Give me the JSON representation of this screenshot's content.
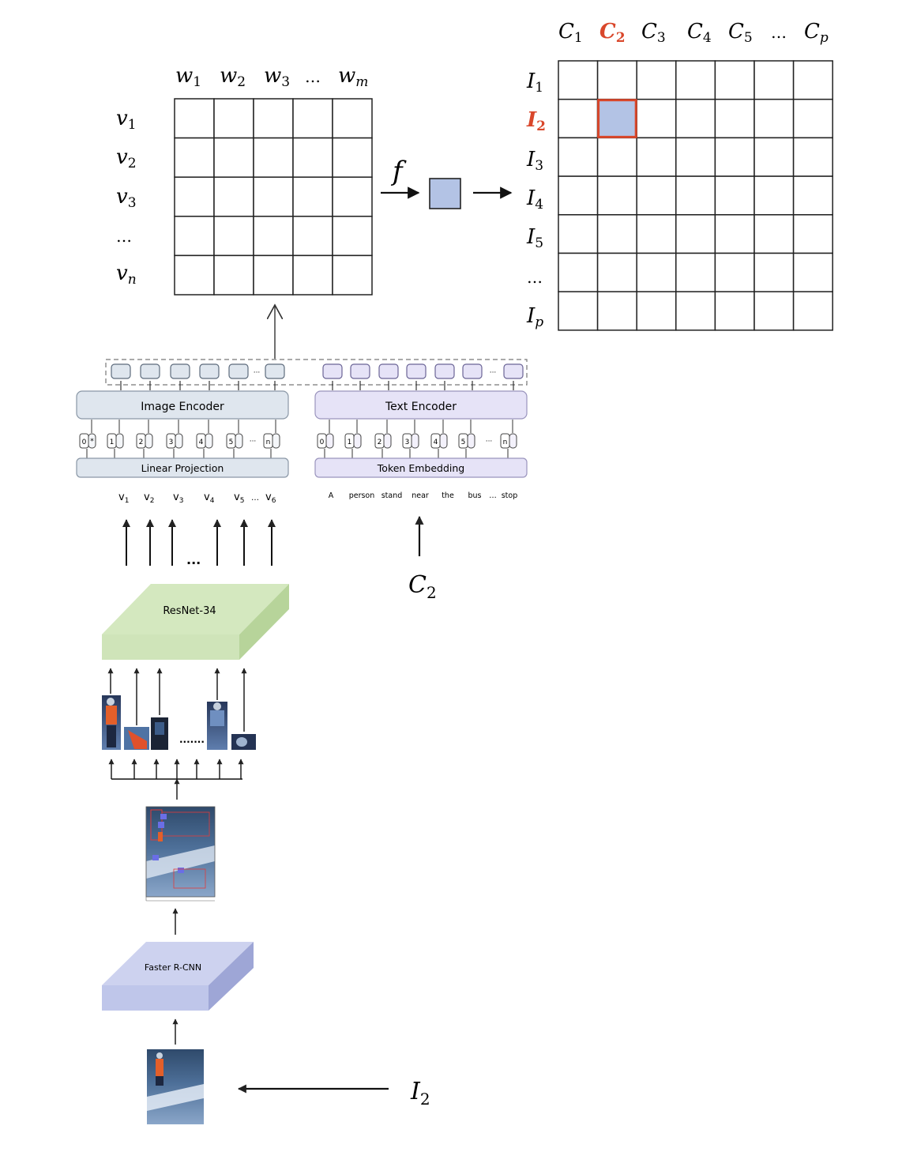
{
  "colors": {
    "accent_red": "#d9472b",
    "highlight_cell": "#b3c3e5",
    "encoder_image_fill": "#dfe6ee",
    "encoder_text_fill": "#e6e3f7",
    "resnet_fill": "#cfe4b9",
    "faster_rcnn_fill": "#bfc6ea"
  },
  "similarity_matrix": {
    "col_labels": [
      "w",
      "w",
      "w",
      "…",
      "w"
    ],
    "col_subs": [
      "1",
      "2",
      "3",
      "",
      "m"
    ],
    "row_labels": [
      "v",
      "v",
      "v",
      "…",
      "v"
    ],
    "row_subs": [
      "1",
      "2",
      "3",
      "",
      "n"
    ],
    "rows": 5,
    "cols": 5
  },
  "function_label": "f",
  "retrieval_matrix": {
    "col_labels": [
      "C",
      "C",
      "C",
      "C",
      "C",
      "…",
      "C"
    ],
    "col_subs": [
      "1",
      "2",
      "3",
      "4",
      "5",
      "",
      "p"
    ],
    "row_labels": [
      "I",
      "I",
      "I",
      "I",
      "I",
      "…",
      "I"
    ],
    "row_subs": [
      "1",
      "2",
      "3",
      "4",
      "5",
      "",
      "p"
    ],
    "rows": 7,
    "cols": 7,
    "highlight_row": 1,
    "highlight_col": 1
  },
  "image_encoder": {
    "label": "Image Encoder",
    "projection_label": "Linear Projection",
    "position_labels": [
      "0",
      "1",
      "2",
      "3",
      "4",
      "5",
      "n"
    ],
    "inputs": [
      "v",
      "v",
      "v",
      "v",
      "v",
      "…",
      "v"
    ],
    "input_subs": [
      "1",
      "2",
      "3",
      "4",
      "5",
      "",
      "6"
    ]
  },
  "text_encoder": {
    "label": "Text Encoder",
    "embedding_label": "Token Embedding",
    "position_labels": [
      "0",
      "1",
      "2",
      "3",
      "4",
      "5",
      "n"
    ],
    "tokens": [
      "A",
      "person",
      "stand",
      "near",
      "the",
      "bus",
      "…",
      "stop"
    ]
  },
  "ellipsis_short": "...",
  "ellipsis_long": ".......",
  "resnet_label": "ResNet-34",
  "faster_rcnn_label": "Faster R-CNN",
  "caption_input": {
    "letter": "C",
    "sub": "2"
  },
  "image_input": {
    "letter": "I",
    "sub": "2"
  }
}
